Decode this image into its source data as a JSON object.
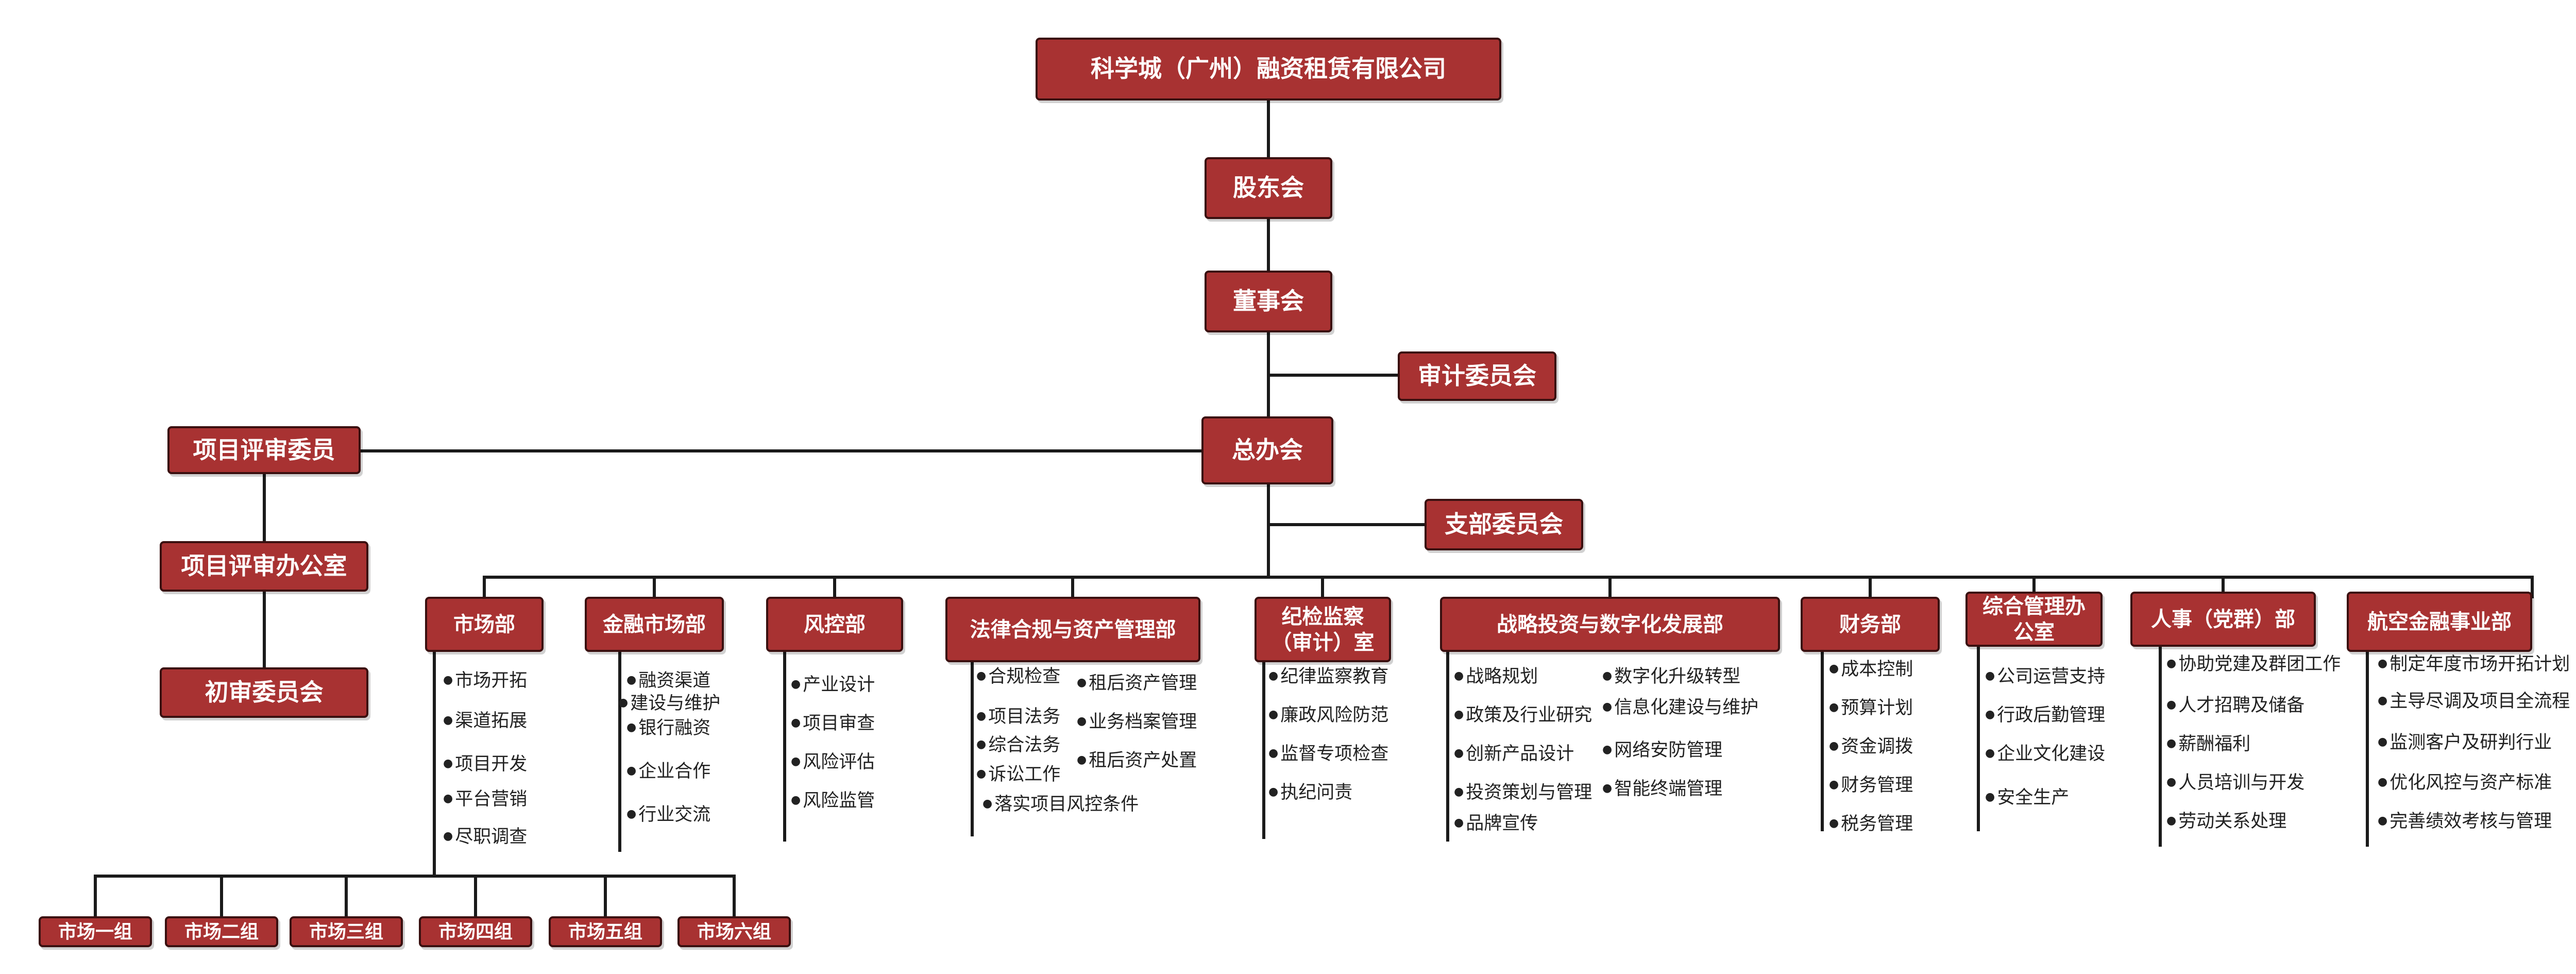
{
  "colors": {
    "box_fill": "#a83232",
    "box_border": "#3a1010",
    "line": "#1a1a1a",
    "text": "#222222"
  },
  "top": {
    "company": "科学城（广州）融资租赁有限公司",
    "shareholders": "股东会",
    "board": "董事会",
    "audit_committee": "审计委员会",
    "general_office": "总办会",
    "party_committee": "支部委员会"
  },
  "review": {
    "committee": "项目评审委员",
    "office": "项目评审办公室",
    "initial": "初审委员会"
  },
  "departments": {
    "market": {
      "title": "市场部",
      "items": [
        "市场开拓",
        "渠道拓展",
        "项目开发",
        "平台营销",
        "尽职调查"
      ]
    },
    "finmarket": {
      "title": "金融市场部",
      "items": [
        "融资渠道",
        "建设与维护",
        "银行融资",
        "企业合作",
        "行业交流"
      ]
    },
    "risk": {
      "title": "风控部",
      "items": [
        "产业设计",
        "项目审查",
        "风险评估",
        "风险监管"
      ]
    },
    "legal": {
      "title": "法律合规与资产管理部",
      "items_left": [
        "合规检查",
        "项目法务",
        "综合法务",
        "诉讼工作",
        "落实项目风控条件"
      ],
      "items_right": [
        "租后资产管理",
        "业务档案管理",
        "租后资产处置"
      ]
    },
    "discipline": {
      "title_line1": "纪检监察",
      "title_line2": "（审计）室",
      "items": [
        "纪律监察教育",
        "廉政风险防范",
        "监督专项检查",
        "执纪问责"
      ]
    },
    "strategy": {
      "title": "战略投资与数字化发展部",
      "items_left": [
        "战略规划",
        "政策及行业研究",
        "创新产品设计",
        "投资策划与管理",
        "品牌宣传"
      ],
      "items_right": [
        "数字化升级转型",
        "信息化建设与维护",
        "网络安防管理",
        "智能终端管理"
      ]
    },
    "finance": {
      "title": "财务部",
      "items": [
        "成本控制",
        "预算计划",
        "资金调拨",
        "财务管理",
        "税务管理"
      ]
    },
    "admin": {
      "title_line1": "综合管理办",
      "title_line2": "公室",
      "items": [
        "公司运营支持",
        "行政后勤管理",
        "企业文化建设",
        "安全生产"
      ]
    },
    "hr": {
      "title": "人事（党群）部",
      "items": [
        "协助党建及群团工作",
        "人才招聘及储备",
        "薪酬福利",
        "人员培训与开发",
        "劳动关系处理"
      ]
    },
    "aviation": {
      "title": "航空金融事业部",
      "items": [
        "制定年度市场开拓计划",
        "主导尽调及项目全流程",
        "监测客户及研判行业",
        "优化风控与资产标准",
        "完善绩效考核与管理"
      ]
    }
  },
  "market_groups": [
    "市场一组",
    "市场二组",
    "市场三组",
    "市场四组",
    "市场五组",
    "市场六组"
  ]
}
